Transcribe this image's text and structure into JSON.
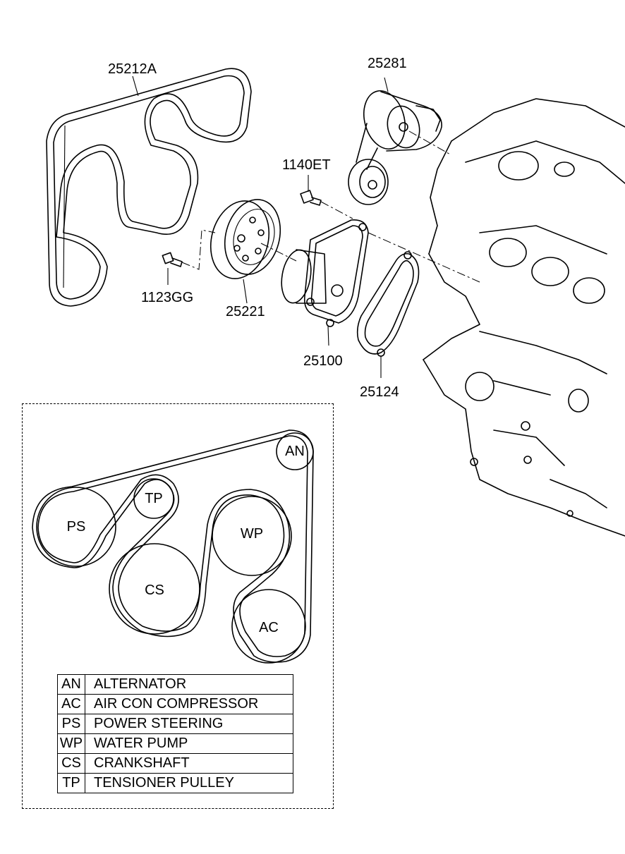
{
  "parts": {
    "belt": "25212A",
    "tensioner": "25281",
    "bolt_tensioner": "1140ET",
    "bolt_pulley": "1123GG",
    "pulley": "25221",
    "water_pump": "25100",
    "gasket": "25124"
  },
  "routing": {
    "pulleys": {
      "an": "AN",
      "tp": "TP",
      "ps": "PS",
      "wp": "WP",
      "cs": "CS",
      "ac": "AC"
    },
    "legend": [
      {
        "code": "AN",
        "description": "ALTERNATOR"
      },
      {
        "code": "AC",
        "description": "AIR CON COMPRESSOR"
      },
      {
        "code": "PS",
        "description": "POWER STEERING"
      },
      {
        "code": "WP",
        "description": "WATER PUMP"
      },
      {
        "code": "CS",
        "description": "CRANKSHAFT"
      },
      {
        "code": "TP",
        "description": "TENSIONER PULLEY"
      }
    ]
  }
}
